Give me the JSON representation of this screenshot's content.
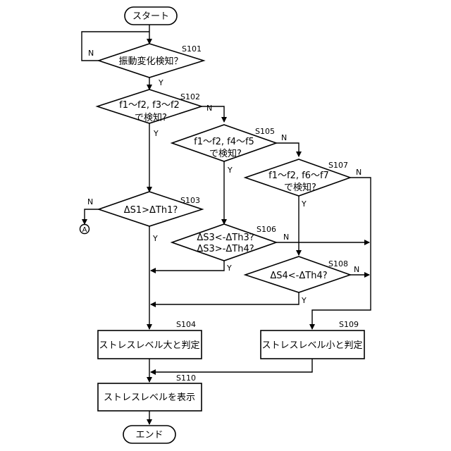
{
  "flowchart": {
    "start": "スタート",
    "end": "エンド",
    "steps": {
      "s101": {
        "id": "S101",
        "text": "振動変化検知？"
      },
      "s102": {
        "id": "S102",
        "line1": "f1～f2, f3～f2",
        "line2": "で検知?"
      },
      "s103": {
        "id": "S103",
        "text": "ΔS1>ΔTh1?"
      },
      "s104": {
        "id": "S104",
        "text": "ストレスレベル大と判定"
      },
      "s105": {
        "id": "S105",
        "line1": "f1～f2, f4～f5",
        "line2": "で検知?"
      },
      "s106": {
        "id": "S106",
        "line1": "ΔS3<-ΔTh3?",
        "line2": "ΔS3>-ΔTh4?"
      },
      "s107": {
        "id": "S107",
        "line1": "f1～f2, f6～f7",
        "line2": "で検知?"
      },
      "s108": {
        "id": "S108",
        "text": "ΔS4<-ΔTh4?"
      },
      "s109": {
        "id": "S109",
        "text": "ストレスレベル小と判定"
      },
      "s110": {
        "id": "S110",
        "text": "ストレスレベルを表示"
      }
    },
    "yes": "Y",
    "no": "N",
    "connector": "A"
  }
}
